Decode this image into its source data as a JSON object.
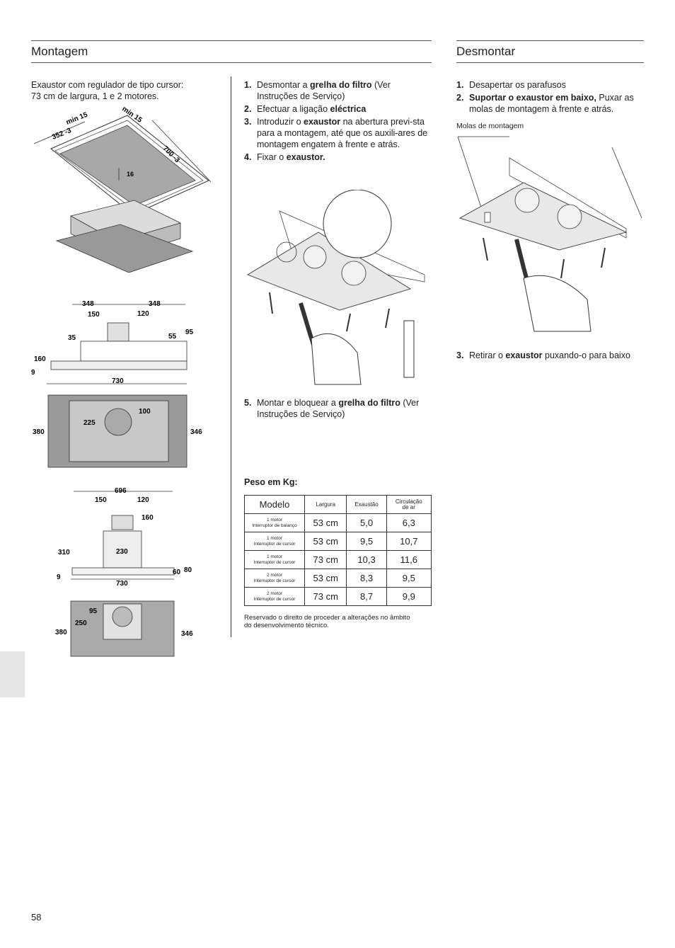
{
  "montagem": {
    "title": "Montagem",
    "intro_line1": "Exaustor com regulador de tipo cursor:",
    "intro_line2": "73 cm de largura, 1 e 2 motores.",
    "diagram1": {
      "d1": "min 15",
      "d2": "min 15",
      "d3": "352 -3",
      "d4": "700 -3",
      "d5": "16"
    },
    "diagram2": {
      "a": "348",
      "b": "348",
      "c": "150",
      "d": "120",
      "e": "35",
      "f": "55",
      "g": "95",
      "h": "160",
      "i": "9",
      "j": "730",
      "k": "100",
      "l": "225",
      "m": "380",
      "n": "346"
    },
    "diagram3": {
      "a": "696",
      "b": "150",
      "c": "120",
      "d": "160",
      "e": "310",
      "f": "230",
      "g": "9",
      "h": "60",
      "i": "80",
      "j": "730",
      "k": "95",
      "l": "250",
      "m": "380",
      "n": "346"
    }
  },
  "steps": [
    {
      "n": "1.",
      "pre": "Desmontar a ",
      "bold": "grelha do filtro",
      "post": " (Ver Instruções de Serviço)"
    },
    {
      "n": "2.",
      "pre": "Efectuar a ligação ",
      "bold": "eléctrica",
      "post": ""
    },
    {
      "n": "3.",
      "pre": "Introduzir o ",
      "bold": "exaustor",
      "post": " na abertura previ-sta para a montagem, até que os auxili-ares de montagem engatem à frente e atrás."
    },
    {
      "n": "4.",
      "pre": "Fixar o ",
      "bold": "exaustor.",
      "post": ""
    }
  ],
  "step5": {
    "n": "5.",
    "pre": "Montar e bloquear a ",
    "bold": "grelha do filtro",
    "post": " (Ver Instruções de Serviço)"
  },
  "peso": {
    "title": "Peso em Kg:",
    "headers": {
      "modelo": "Modelo",
      "largura": "Largura",
      "exaustao": "Exaustão",
      "circ1": "Circulação",
      "circ2": "de ar"
    },
    "rows": [
      {
        "l1": "1 motor",
        "l2": "Interruptor de balanço",
        "w": "53 cm",
        "e": "5,0",
        "c": "6,3"
      },
      {
        "l1": "1 motor",
        "l2": "Interruptor de cursor",
        "w": "53 cm",
        "e": "9,5",
        "c": "10,7"
      },
      {
        "l1": "1 motor",
        "l2": "Interruptor de cursor",
        "w": "73 cm",
        "e": "10,3",
        "c": "11,6"
      },
      {
        "l1": "2 motor",
        "l2": "Interruptor de cursor",
        "w": "53 cm",
        "e": "8,3",
        "c": "9,5"
      },
      {
        "l1": "2 motor",
        "l2": "Interruptor de cursor",
        "w": "73 cm",
        "e": "8,7",
        "c": "9,9"
      }
    ],
    "note1": "Reservado o direito de proceder a alterações no âmbito",
    "note2": "do desenvolvimento técnico."
  },
  "desmontar": {
    "title": "Desmontar",
    "step1": {
      "n": "1.",
      "text": "Desapertar os parafusos"
    },
    "step2": {
      "n": "2.",
      "bold": "Suportar o exaustor em baixo,",
      "post": " Puxar as molas de montagem à frente e atrás."
    },
    "caption": "Molas de montagem",
    "step3": {
      "n": "3.",
      "pre": "Retirar o ",
      "bold": "exaustor",
      "post": " puxando-o para baixo"
    }
  },
  "page_number": "58",
  "colors": {
    "tab": "#e5e5e5",
    "filter": "#9a9a9a",
    "rule": "#555555"
  }
}
